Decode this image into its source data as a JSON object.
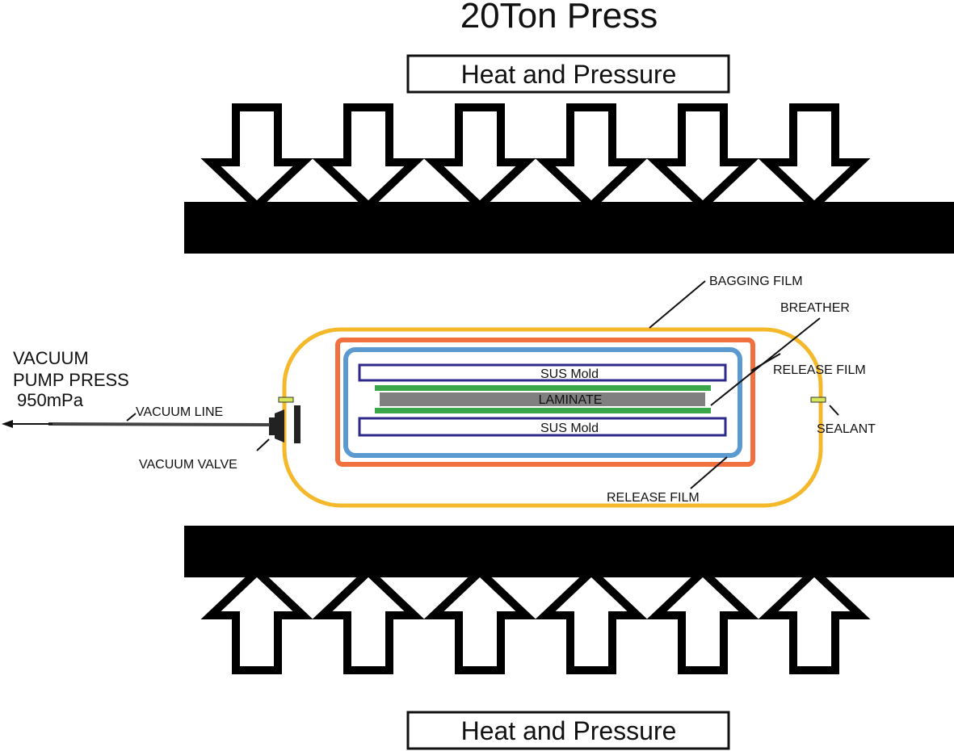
{
  "title": "20Ton Press",
  "top_box_label": "Heat and Pressure",
  "bottom_box_label": "Heat and Pressure",
  "arrows": {
    "top_count": 6,
    "top_direction": "down",
    "bottom_count": 6,
    "bottom_direction": "up"
  },
  "layers": {
    "upper_mold": "SUS Mold",
    "laminate": "LAMINATE",
    "lower_mold": "SUS Mold"
  },
  "labels": {
    "bagging_film": "BAGGING FILM",
    "breather": "BREATHER",
    "release_film_upper": "RELEASE FILM",
    "release_film_lower": "RELEASE FILM",
    "sealant": "SEALANT",
    "vacuum_line": "VACUUM LINE",
    "vacuum_valve": "VACUUM VALVE",
    "vacuum_pump_line1": "VACUUM",
    "vacuum_pump_line2": "PUMP PRESS",
    "vacuum_pump_line3": "950mPa"
  },
  "colors": {
    "bagging_film": "#f5b82a",
    "release_film_outer": "#f0703f",
    "release_film_inner": "#5a9ad0",
    "sus_mold_border": "#2e2a8c",
    "breather": "#3aa84a",
    "laminate": "#808080",
    "sealant": "#d8e65a",
    "platen": "#000000"
  }
}
